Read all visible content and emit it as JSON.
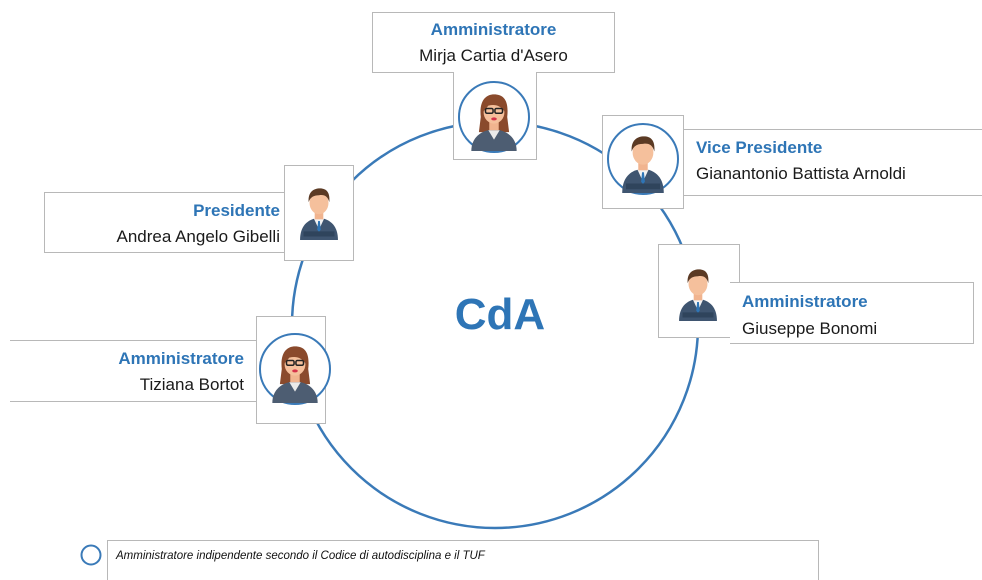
{
  "center_label": "CdA",
  "members": [
    {
      "role": "Amministratore",
      "name": "Mirja Cartia d'Asero",
      "avatar": "woman-avatar-icon"
    },
    {
      "role": "Vice Presidente",
      "name": "Gianantonio Battista Arnoldi",
      "avatar": "man-avatar-icon"
    },
    {
      "role": "Presidente",
      "name": "Andrea Angelo Gibelli",
      "avatar": "man-avatar-icon"
    },
    {
      "role": "Amministratore",
      "name": "Giuseppe Bonomi",
      "avatar": "man-avatar-icon"
    },
    {
      "role": "Amministratore",
      "name": "Tiziana Bortot",
      "avatar": "woman-avatar-icon"
    }
  ],
  "legend": {
    "text": "Amministratore indipendente secondo il Codice di autodisciplina e il TUF",
    "marker": "circle-outline-icon"
  },
  "colors": {
    "accent": "#2e75b6",
    "ring": "#3a7ab8",
    "border": "#b8b8b8"
  }
}
